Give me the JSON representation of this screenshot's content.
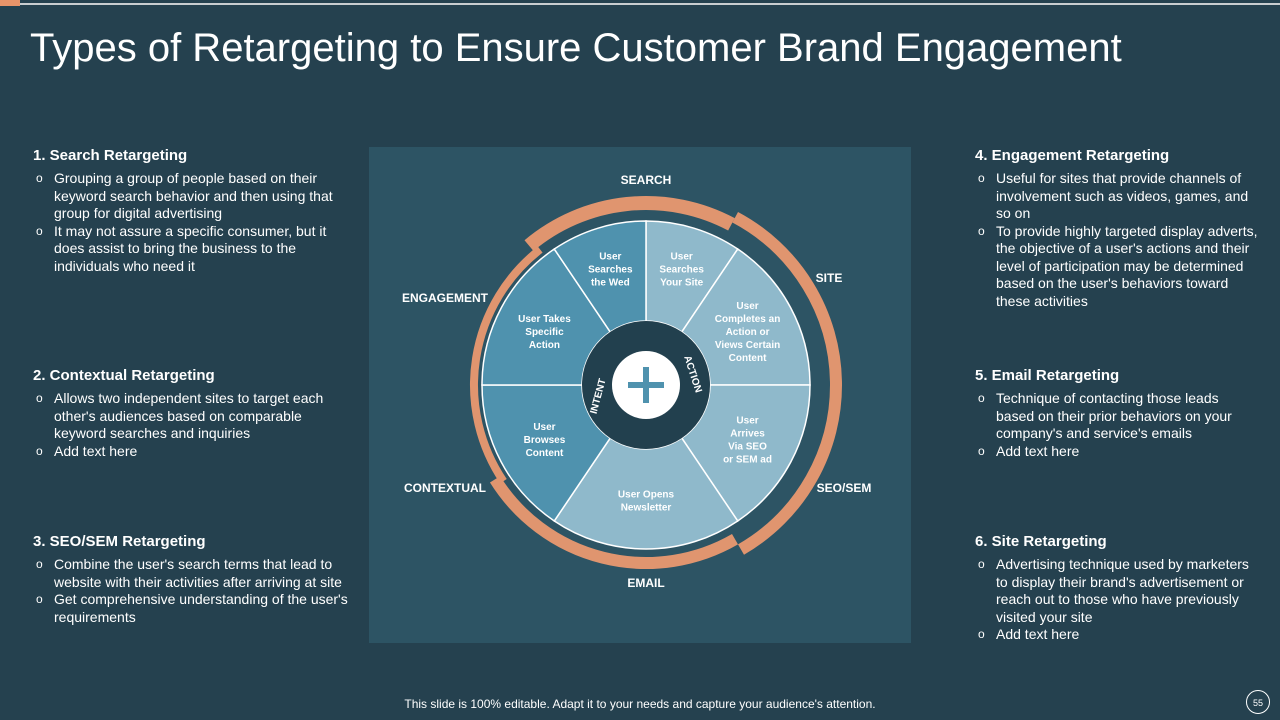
{
  "title": "Types of Retargeting to Ensure Customer Brand Engagement",
  "left": [
    {
      "heading": "1. Search Retargeting",
      "bullets": [
        "Grouping a group of people based on their keyword search behavior and then using that group for digital advertising",
        "It may not assure a specific consumer, but it does assist to bring the business to the individuals who need it"
      ]
    },
    {
      "heading": "2. Contextual Retargeting",
      "bullets": [
        "Allows two independent sites to target each other's audiences based on comparable keyword searches and inquiries",
        "Add text here"
      ]
    },
    {
      "heading": "3. SEO/SEM Retargeting",
      "bullets": [
        "Combine the user's search terms that lead to website with their activities after arriving at site",
        "Get comprehensive understanding of the user's requirements"
      ]
    }
  ],
  "right": [
    {
      "heading": "4. Engagement Retargeting",
      "bullets": [
        "Useful for sites that provide channels of involvement such as videos, games, and so on",
        " To provide highly targeted display adverts, the objective of a user's actions and their level of participation may be determined based on the user's behaviors toward these activities"
      ]
    },
    {
      "heading": "5. Email Retargeting",
      "bullets": [
        "Technique of contacting those leads based on their prior behaviors on your company's and service's emails",
        "Add text here"
      ]
    },
    {
      "heading": "6. Site Retargeting",
      "bullets": [
        "Advertising technique used by marketers to display their brand's advertisement or reach out to those who have previously visited your site",
        "Add text here"
      ]
    }
  ],
  "diagram": {
    "outer_labels": {
      "search": "SEARCH",
      "site": "SITE",
      "seo_sem": "SEO/SEM",
      "email": "EMAIL",
      "contextual": "CONTEXTUAL",
      "engagement": "ENGAGEMENT"
    },
    "segments": [
      {
        "lines": [
          "User",
          "Searches",
          "Your Site"
        ],
        "color": "#8fb9cb"
      },
      {
        "lines": [
          "User",
          "Completes an",
          "Action or",
          "Views Certain",
          "Content"
        ],
        "color": "#8fb9cb"
      },
      {
        "lines": [
          "User",
          "Arrives",
          "Via SEO",
          "or SEM ad"
        ],
        "color": "#8fb9cb"
      },
      {
        "lines": [
          "User Opens",
          "Newsletter"
        ],
        "color": "#8fb9cb"
      },
      {
        "lines": [
          "User",
          "Browses",
          "Content"
        ],
        "color": "#4f92ae"
      },
      {
        "lines": [
          "User Takes",
          "Specific",
          "Action"
        ],
        "color": "#4f92ae"
      },
      {
        "lines": [
          "User",
          "Searches",
          "the Wed"
        ],
        "color": "#4f92ae"
      }
    ],
    "hub_left": "INTENT",
    "hub_right": "ACTION",
    "hub_icon": "plus-icon",
    "arc_color": "#e0956f"
  },
  "footer": "This slide is 100% editable. Adapt it to your needs and capture your audience's attention.",
  "page_number": "55"
}
